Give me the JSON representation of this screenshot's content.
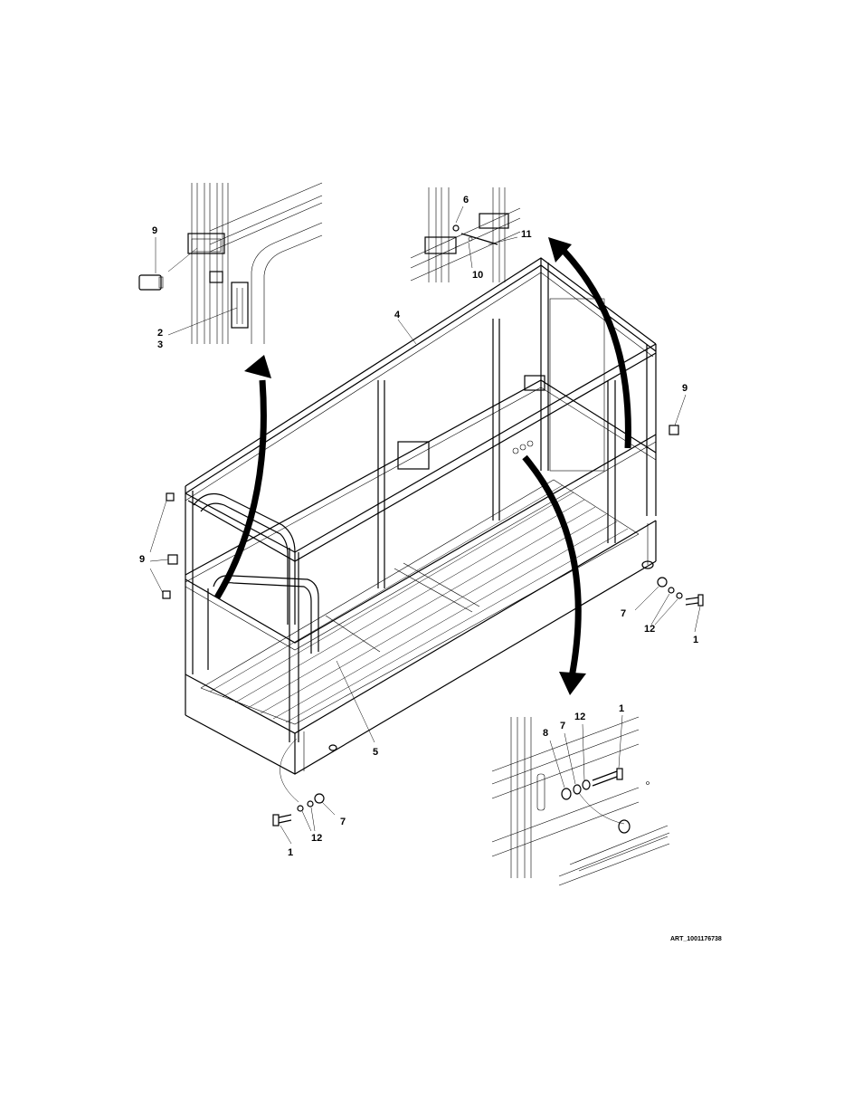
{
  "callouts": {
    "c_9_top_left": "9",
    "c_2": "2",
    "c_3": "3",
    "c_6": "6",
    "c_11": "11",
    "c_10": "10",
    "c_4": "4",
    "c_9_right": "9",
    "c_9_left": "9",
    "c_7_right": "7",
    "c_12_right": "12",
    "c_1_right": "1",
    "c_5": "5",
    "c_1_detail": "1",
    "c_8_detail": "8",
    "c_7_detail": "7",
    "c_12_detail": "12",
    "c_7_bottom": "7",
    "c_12_bottom": "12",
    "c_1_bottom": "1"
  },
  "art_id": "ART_1001176738"
}
